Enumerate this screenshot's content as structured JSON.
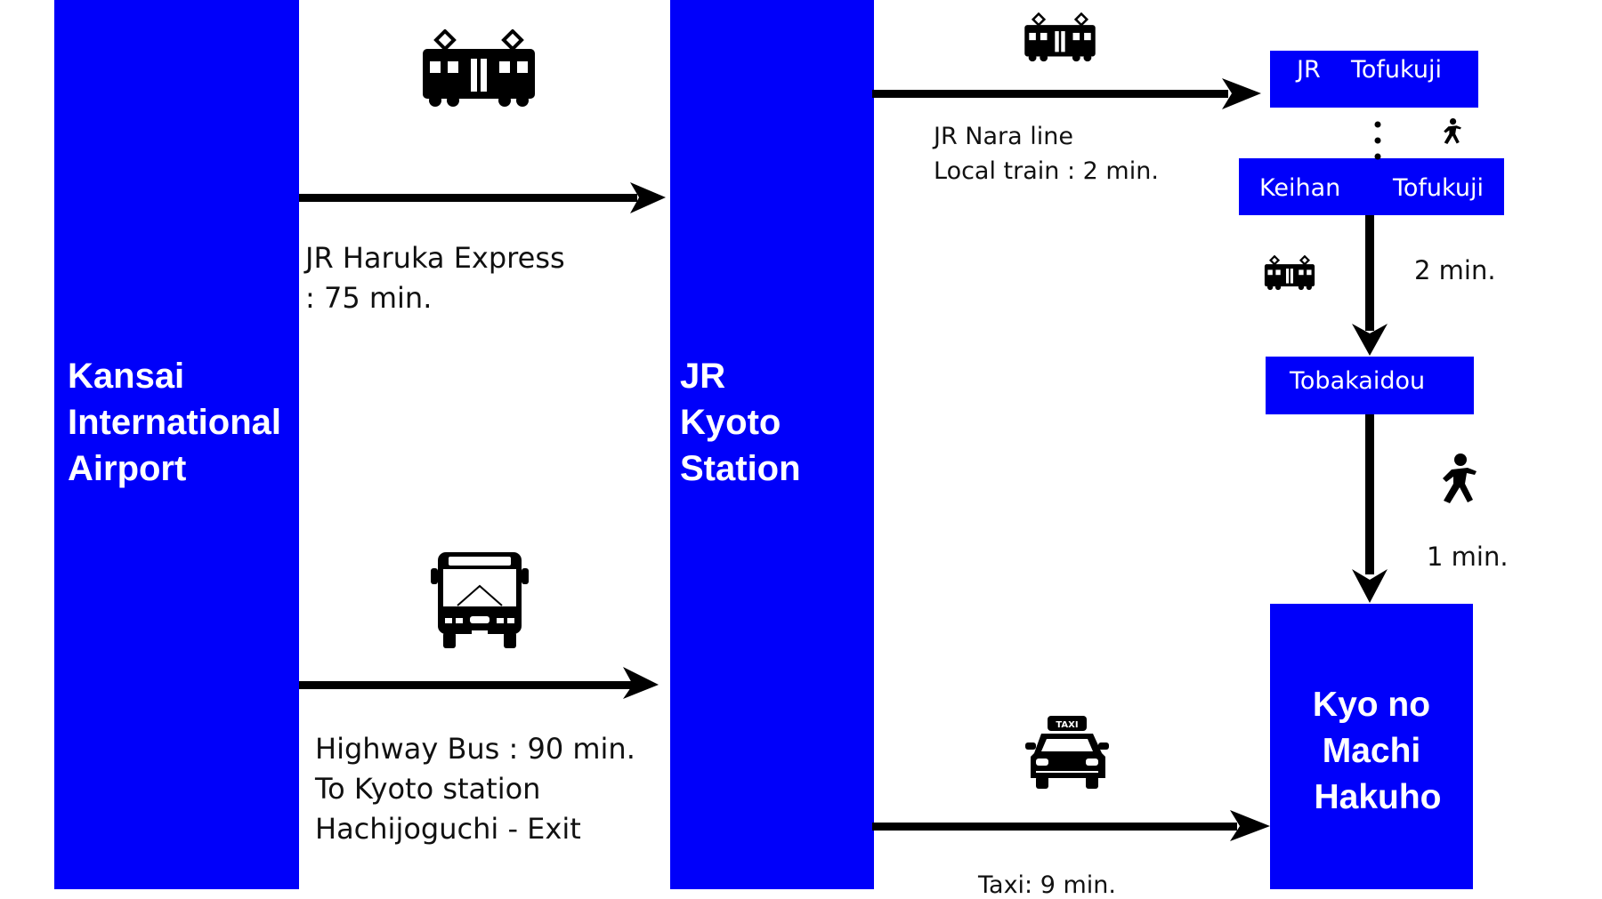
{
  "colors": {
    "station_blue": "#0000fa",
    "arrow": "#000000",
    "background": "#ffffff"
  },
  "stations": {
    "origin": {
      "lines": [
        "Kansai",
        "International",
        "Airport"
      ]
    },
    "hub": {
      "lines": [
        "JR",
        "Kyoto",
        "Station"
      ]
    },
    "jr_tofukuji": {
      "left": "JR",
      "right": "Tofukuji"
    },
    "keihan_tofukuji": {
      "left": "Keihan",
      "right": "Tofukuji"
    },
    "tobakaidou": {
      "label": "Tobakaidou"
    },
    "destination": {
      "lines": [
        "Kyo no",
        "Machi",
        "Hakuho"
      ]
    }
  },
  "routes": {
    "haruka": {
      "icon": "train-icon",
      "line1": "JR Haruka Express",
      "line2": ": 75 min."
    },
    "bus": {
      "icon": "bus-icon",
      "line1": "Highway Bus : 90 min.",
      "line2": "To Kyoto station",
      "line3": "Hachijoguchi - Exit"
    },
    "nara_line": {
      "icon": "train-icon",
      "line1": "JR Nara line",
      "line2": "Local train : 2 min."
    },
    "transfer_walk": {
      "icon": "walking-person-icon"
    },
    "keihan": {
      "icon": "train-icon",
      "duration": "2 min."
    },
    "walk_final": {
      "icon": "walking-person-icon",
      "duration": "1 min."
    },
    "taxi": {
      "icon": "taxi-icon",
      "icon_text": "TAXI",
      "label": "Taxi: 9 min."
    }
  }
}
